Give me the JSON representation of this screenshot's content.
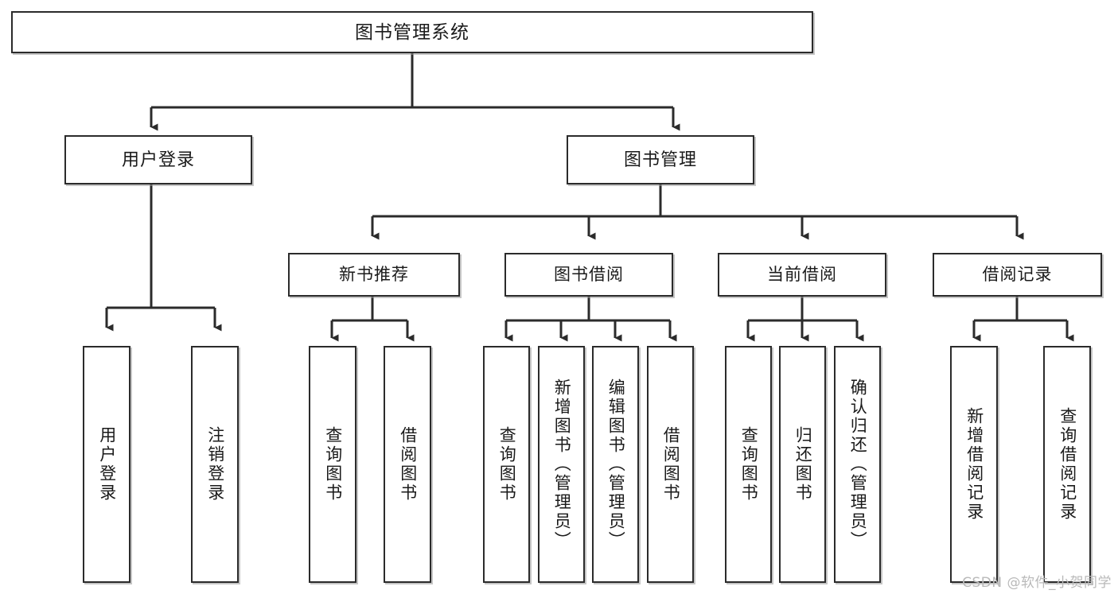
{
  "diagram": {
    "type": "tree-hierarchy",
    "title": "图书管理系统",
    "orientation": "top-down",
    "colors": {
      "box_border": "#2b2b2b",
      "box_fill": "#ffffff",
      "edge": "#2b2b2b",
      "canvas": "#ffffff",
      "watermark": "#b9b9b9"
    },
    "nodes": {
      "root": {
        "label": "图书管理系统",
        "level": 1
      },
      "user_login": {
        "label": "用户登录",
        "level": 2
      },
      "book_manage": {
        "label": "图书管理",
        "level": 2
      },
      "new_book_rec": {
        "label": "新书推荐",
        "level": 3
      },
      "book_borrow": {
        "label": "图书借阅",
        "level": 3
      },
      "current_borrow": {
        "label": "当前借阅",
        "level": 3
      },
      "borrow_record": {
        "label": "借阅记录",
        "level": 3
      },
      "leaf_user_login": {
        "label": "用户登录",
        "level": 4
      },
      "leaf_logout": {
        "label": "注销登录",
        "level": 4
      },
      "leaf_rec_query": {
        "label": "查询图书",
        "level": 4
      },
      "leaf_rec_borrow": {
        "label": "借阅图书",
        "level": 4
      },
      "leaf_borrow_query": {
        "label": "查询图书",
        "level": 4
      },
      "leaf_add_book": {
        "label": "新增图书（管理员）",
        "level": 4
      },
      "leaf_edit_book": {
        "label": "编辑图书（管理员）",
        "level": 4
      },
      "leaf_borrow_book": {
        "label": "借阅图书",
        "level": 4
      },
      "leaf_cur_query": {
        "label": "查询图书",
        "level": 4
      },
      "leaf_return_book": {
        "label": "归还图书",
        "level": 4
      },
      "leaf_confirm_return": {
        "label": "确认归还（管理员）",
        "level": 4
      },
      "leaf_add_record": {
        "label": "新增借阅记录",
        "level": 4
      },
      "leaf_query_record": {
        "label": "查询借阅记录",
        "level": 4
      }
    },
    "edges": [
      {
        "from": "root",
        "to": "user_login"
      },
      {
        "from": "root",
        "to": "book_manage"
      },
      {
        "from": "user_login",
        "to": "leaf_user_login"
      },
      {
        "from": "user_login",
        "to": "leaf_logout"
      },
      {
        "from": "book_manage",
        "to": "new_book_rec"
      },
      {
        "from": "book_manage",
        "to": "book_borrow"
      },
      {
        "from": "book_manage",
        "to": "current_borrow"
      },
      {
        "from": "book_manage",
        "to": "borrow_record"
      },
      {
        "from": "new_book_rec",
        "to": "leaf_rec_query"
      },
      {
        "from": "new_book_rec",
        "to": "leaf_rec_borrow"
      },
      {
        "from": "book_borrow",
        "to": "leaf_borrow_query"
      },
      {
        "from": "book_borrow",
        "to": "leaf_add_book"
      },
      {
        "from": "book_borrow",
        "to": "leaf_edit_book"
      },
      {
        "from": "book_borrow",
        "to": "leaf_borrow_book"
      },
      {
        "from": "current_borrow",
        "to": "leaf_cur_query"
      },
      {
        "from": "current_borrow",
        "to": "leaf_return_book"
      },
      {
        "from": "current_borrow",
        "to": "leaf_confirm_return"
      },
      {
        "from": "borrow_record",
        "to": "leaf_add_record"
      },
      {
        "from": "borrow_record",
        "to": "leaf_query_record"
      }
    ]
  },
  "watermark": {
    "text": "CSDN @软件_小贺同学"
  }
}
